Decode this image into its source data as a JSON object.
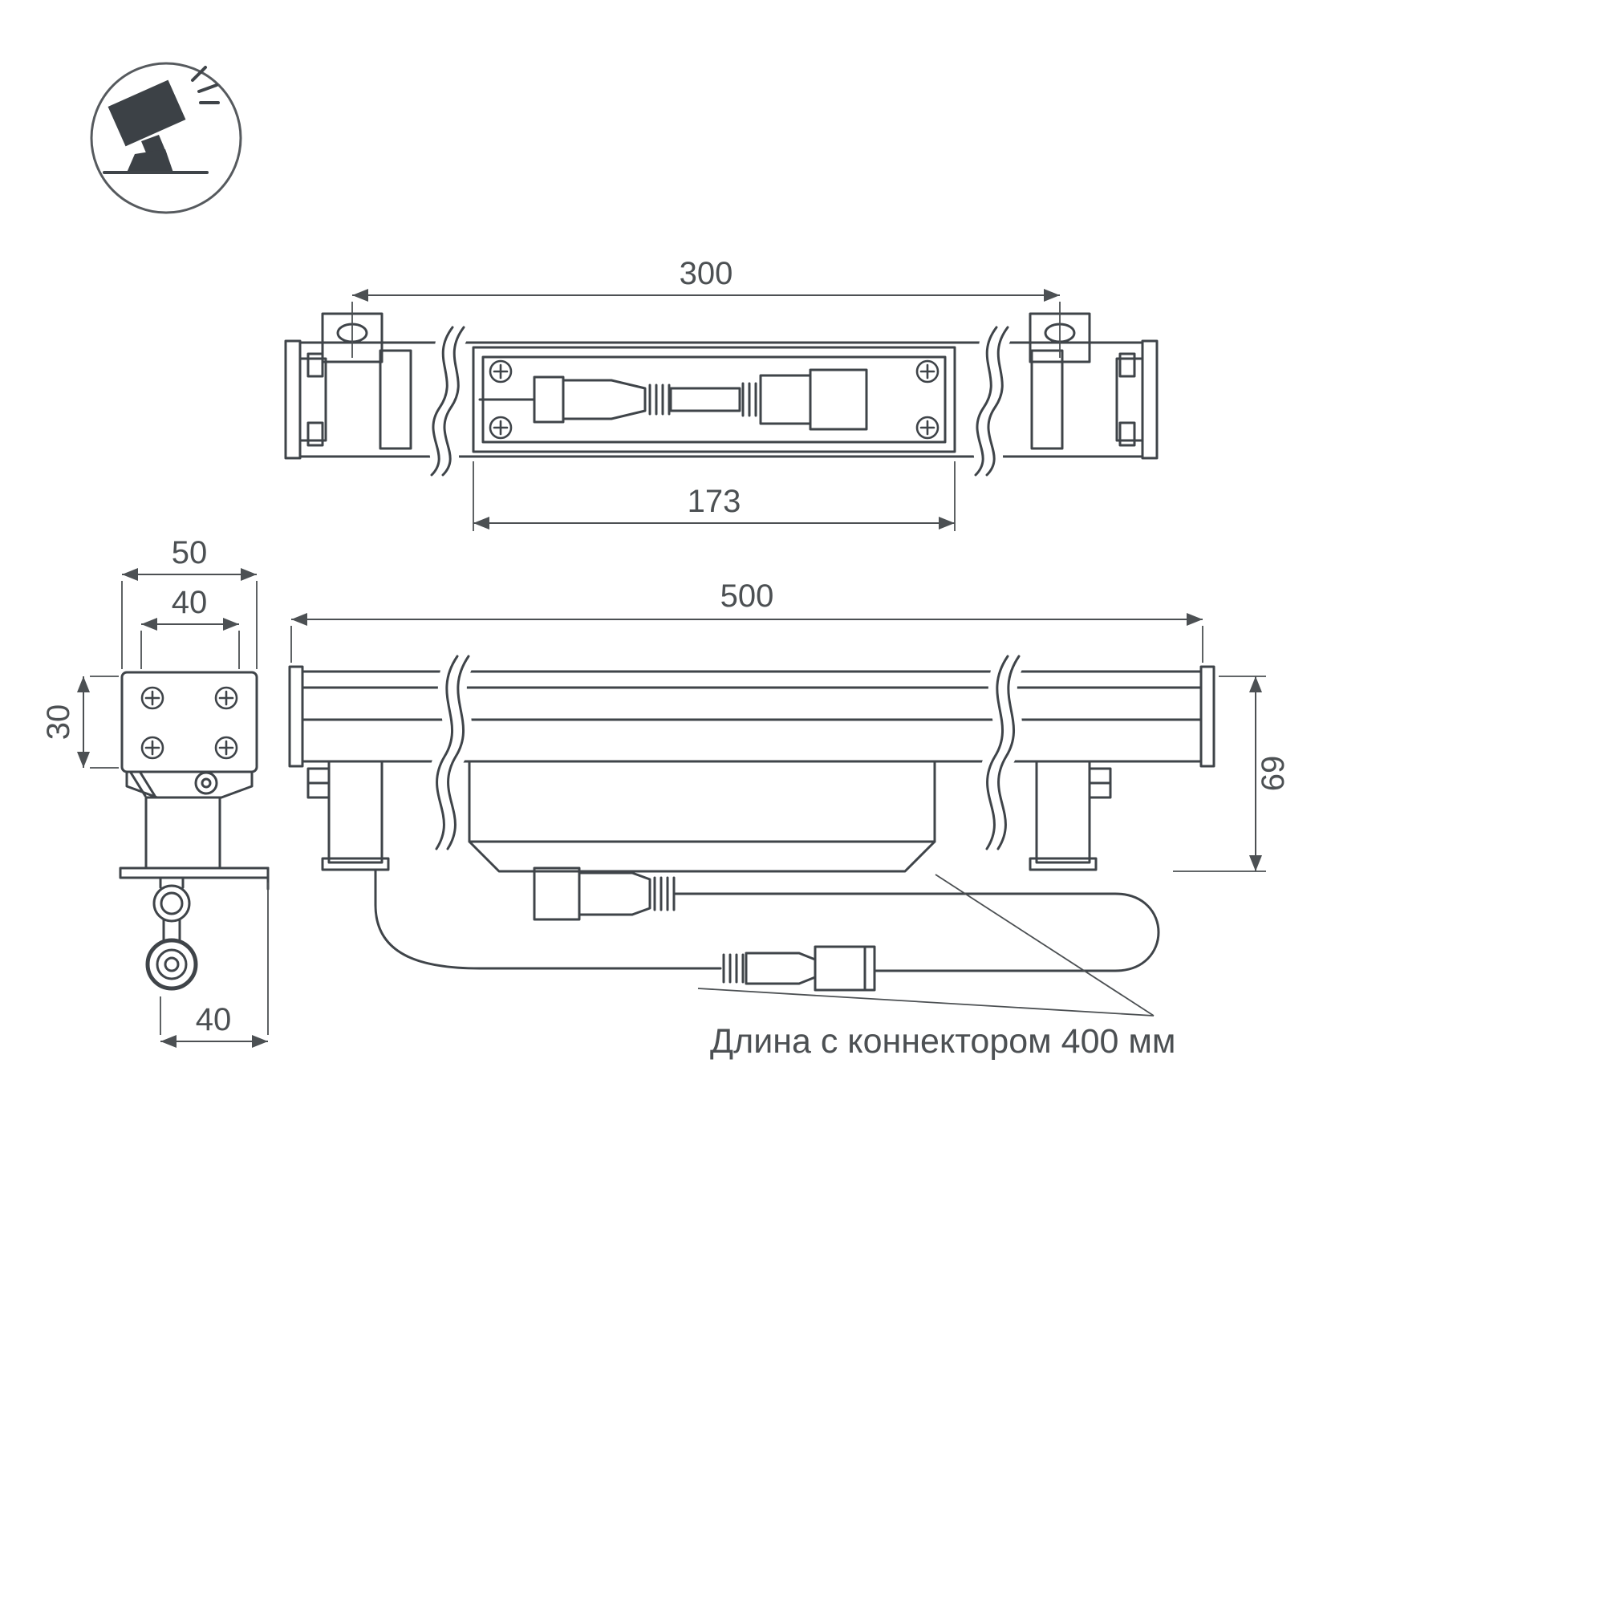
{
  "colors": {
    "line": "#3f4449",
    "dim": "#4c5053",
    "icon-fill": "#3c4146",
    "background": "#ffffff"
  },
  "icon": {
    "name": "tilted-floodlight-icon"
  },
  "dims": {
    "top_bracket_span_mm": "300",
    "top_body_span_mm": "173",
    "side_outer_width_mm": "50",
    "side_inner_width_mm": "40",
    "side_profile_height_mm": "30",
    "side_bottom_width_mm": "40",
    "front_length_mm": "500",
    "front_height_mm": "69"
  },
  "notes": {
    "connector_length": "Длина с коннектором 400 мм"
  }
}
